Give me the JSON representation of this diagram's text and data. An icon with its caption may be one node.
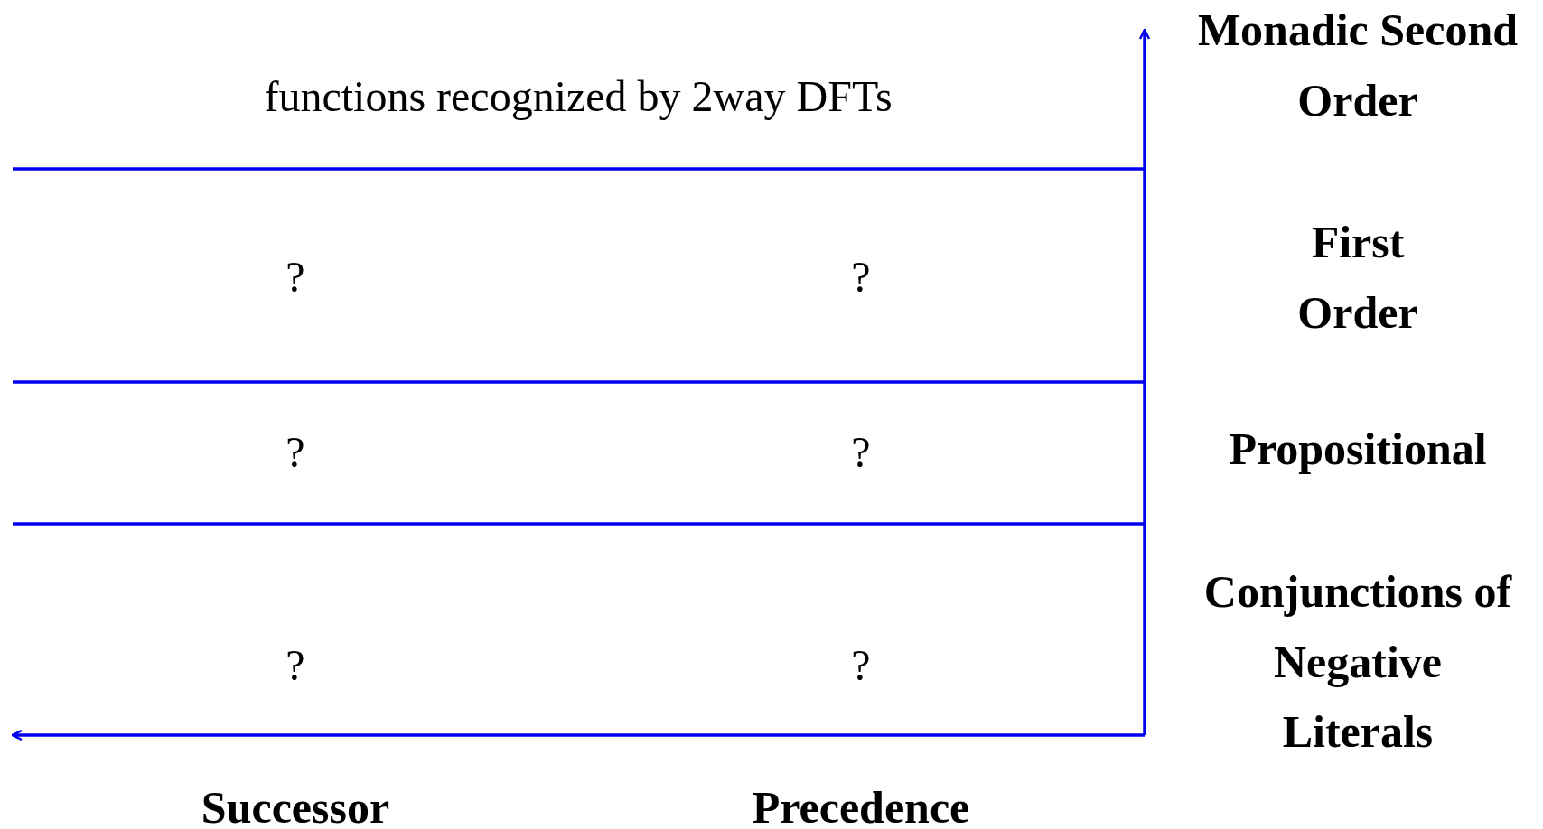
{
  "diagram": {
    "labels": [
      "functions recognized by 2way DFTs",
      "Monadic Second Order",
      "?",
      "?",
      "First Order",
      "?",
      "?",
      "Propositional",
      "?",
      "?",
      "Conjunctions of Negative Literals",
      "Successor",
      "Precedence"
    ]
  }
}
